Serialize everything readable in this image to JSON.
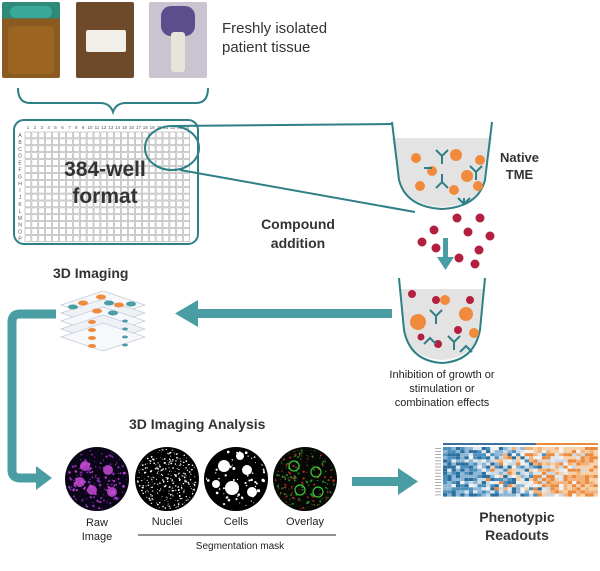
{
  "tissue": {
    "label_line1": "Freshly isolated",
    "label_line2": "patient tissue"
  },
  "plate": {
    "label_line1": "384-well",
    "label_line2": "format",
    "columns": [
      "1",
      "2",
      "3",
      "4",
      "5",
      "6",
      "7",
      "8",
      "9",
      "10",
      "11",
      "12",
      "13",
      "14",
      "15",
      "16",
      "17",
      "18",
      "19",
      "20",
      "21",
      "22",
      "23",
      "24"
    ],
    "rows": [
      "A",
      "B",
      "C",
      "D",
      "E",
      "F",
      "G",
      "H",
      "I",
      "J",
      "K",
      "L",
      "M",
      "N",
      "O",
      "P"
    ]
  },
  "native_tme": {
    "label_line1": "Native",
    "label_line2": "TME"
  },
  "compound": {
    "label_line1": "Compound",
    "label_line2": "addition"
  },
  "effects": {
    "line1": "Inhibition of growth or",
    "line2": "stimulation or",
    "line3": "combination effects"
  },
  "imaging": {
    "title": "3D Imaging"
  },
  "analysis": {
    "title": "3D Imaging Analysis",
    "panels": [
      {
        "label": "Raw\nImage",
        "line1": "Raw",
        "line2": "Image"
      },
      {
        "line1": "Nuclei"
      },
      {
        "line1": "Cells"
      },
      {
        "line1": "Overlay"
      }
    ],
    "segmentation_label": "Segmentation mask"
  },
  "readouts": {
    "label_line1": "Phenotypic",
    "label_line2": "Readouts"
  },
  "colors": {
    "teal": "#4a9ea3",
    "teal_dark": "#2f7f86",
    "orange": "#f08a3c",
    "crimson": "#b3203f",
    "gray_fill": "#e3e3e3"
  }
}
